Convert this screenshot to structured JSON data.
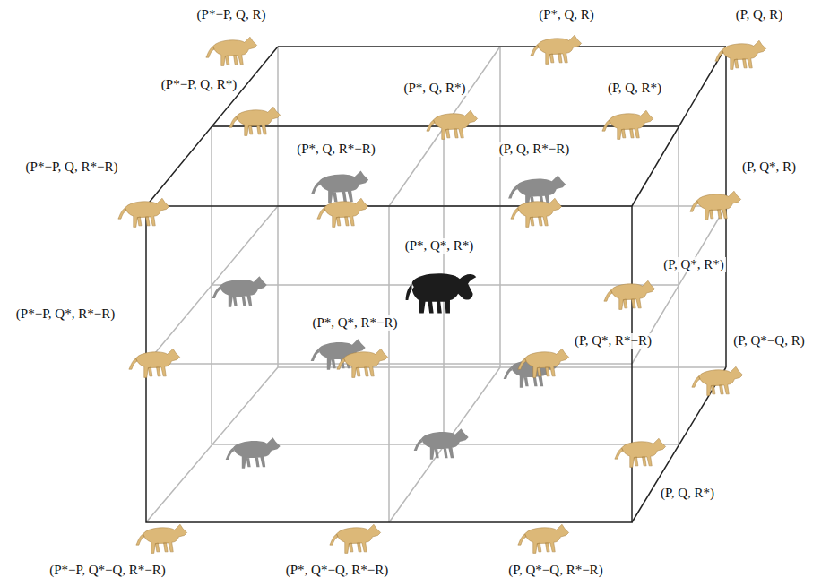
{
  "diagram": {
    "labels": [
      "(P*−P, Q, R)",
      "(P*, Q, R)",
      "(P, Q, R)",
      "(P*−P, Q, R*)",
      "(P*, Q, R*)",
      "(P, Q, R*)",
      "(P*, Q, R*−R)",
      "(P, Q, R*−R)",
      "(P*−P, Q, R*−R)",
      "(P, Q*, R)",
      "(P*, Q*, R*)",
      "(P, Q*, R*)",
      "(P*−P, Q*, R*−R)",
      "(P*, Q*, R*−R)",
      "(P, Q*, R*−R)",
      "(P, Q*−Q, R)",
      "(P, Q, R*)",
      "(P*−P, Q*−Q, R*−R)",
      "(P*, Q*−Q, R*−R)",
      "(P, Q*−Q, R*−R)"
    ]
  }
}
